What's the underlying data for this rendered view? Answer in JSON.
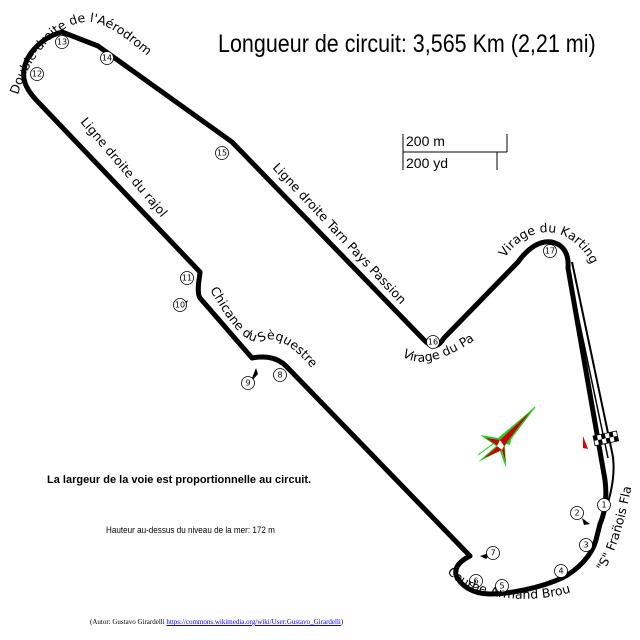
{
  "title": "Longueur de circuit: 3,565 Km (2,21 mi)",
  "scale": {
    "metric": "200 m",
    "imperial": "200 yd"
  },
  "note": "La largeur de la voie est proportionnelle au circuit.",
  "altitude": "Hauteur au-dessus du niveau de la mer: 172 m",
  "credit": {
    "prefix": "(Autor: Gustavo Girardelli",
    "link": "https://commons.wikimedia.org/wiki/User:Gustavo_Girardelli",
    "suffix": ")"
  },
  "sections": {
    "aerodrome": "Double-droite de l'Aérodrome",
    "rajol": "Ligne droite du rajol",
    "tarn": "Ligne droite Tarn Pays Passion",
    "sequestre": "Chicane du Sèquestre",
    "parc": "Virage du Parc",
    "karting": "Virage du Karting",
    "brouzes": "Courbe Armand Brouzes",
    "flad": "\"S\" Fran̈ois Flad"
  },
  "turns": [
    "1",
    "2",
    "3",
    "4",
    "5",
    "6",
    "7",
    "8",
    "9",
    "10",
    "11",
    "12",
    "13",
    "14",
    "15",
    "16",
    "17"
  ],
  "colors": {
    "track": "#000000",
    "compass_outer": "#22cc22",
    "compass_inner": "#cc0000",
    "flag": "#dd0000"
  }
}
